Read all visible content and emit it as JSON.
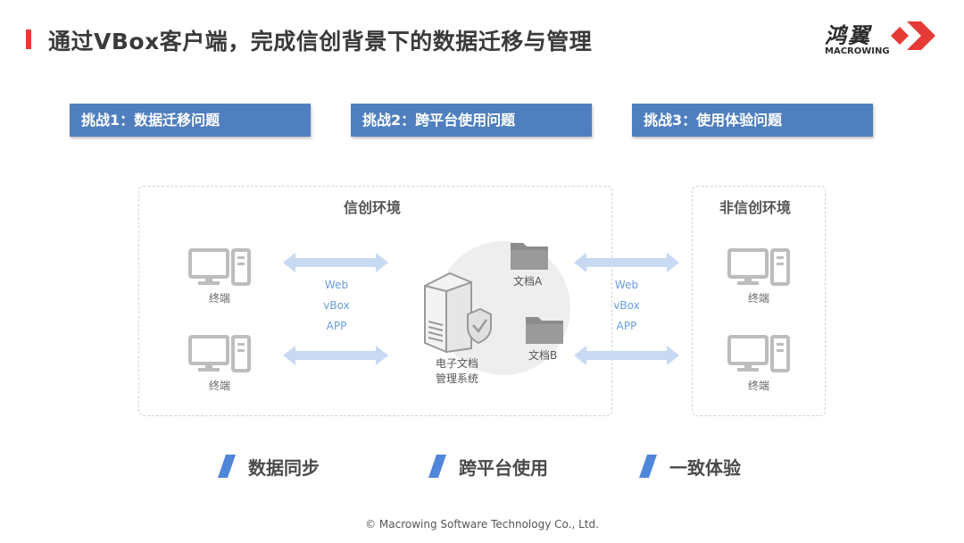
{
  "header": {
    "title": "通过VBox客户端，完成信创背景下的数据迁移与管理",
    "accent_color": "#e53a35"
  },
  "logo": {
    "cn": "鸿翼",
    "en": "MACROWING",
    "mark_color": "#e53a35"
  },
  "challenges": [
    "挑战1：数据迁移问题",
    "挑战2：跨平台使用问题",
    "挑战3：使用体验问题"
  ],
  "challenge_color": "#4f7fbf",
  "diagram": {
    "xinchuang_env": {
      "title": "信创环境",
      "terminals": [
        "终端",
        "终端"
      ],
      "protocols": [
        "Web",
        "vBox",
        "APP"
      ],
      "server_label_line1": "电子文档",
      "server_label_line2": "管理系统",
      "folders": [
        "文档A",
        "文档B"
      ]
    },
    "non_xinchuang_env": {
      "title": "非信创环境",
      "terminals": [
        "终端",
        "终端"
      ],
      "protocols": [
        "Web",
        "vBox",
        "APP"
      ]
    },
    "arrow_color": "#c7d9f3",
    "protocol_color": "#6a9de0",
    "icon_color": "#bdbdbd"
  },
  "features": [
    {
      "label": "数据同步",
      "icon": "slash-icon"
    },
    {
      "label": "跨平台使用",
      "icon": "slash-icon"
    },
    {
      "label": "一致体验",
      "icon": "slash-icon"
    }
  ],
  "feature_icon_color": "#4f86d9",
  "footer": "© Macrowing Software Technology Co., Ltd."
}
